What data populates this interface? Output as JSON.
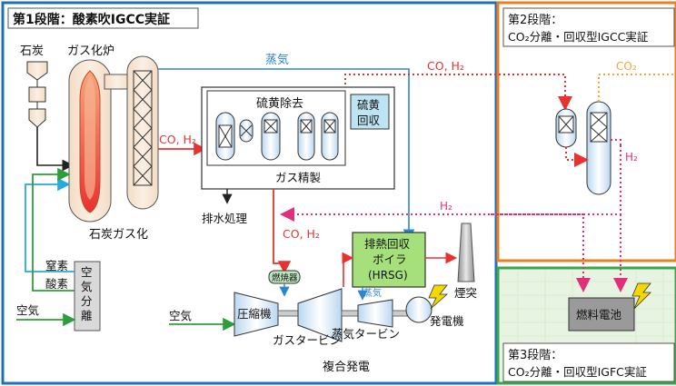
{
  "stages": {
    "stage1": {
      "title": "第1段階：酸素吹IGCC実証"
    },
    "stage2": {
      "title_line1": "第2段階：",
      "title_line2": "CO₂分離・回収型IGCC実証"
    },
    "stage3": {
      "title_line1": "第3段階：",
      "title_line2": "CO₂分離・回収型IGFC実証"
    }
  },
  "labels": {
    "coal": "石炭",
    "gasifier": "ガス化炉",
    "coal_gasification": "石炭ガス化",
    "steam_top": "蒸気",
    "co_h2_top": "CO, H₂",
    "co2": "CO₂",
    "h2_right": "H₂",
    "co_h2_mid": "CO, H₂",
    "desulfurization": "硫黄除去",
    "sulfur_recovery_1": "硫黄",
    "sulfur_recovery_2": "回収",
    "gas_cleanup": "ガス精製",
    "wastewater": "排水処理",
    "h2_middle": "H₂",
    "co_h2_down": "CO, H₂",
    "hrsg_1": "排熱回収",
    "hrsg_2": "ボイラ",
    "hrsg_3": "(HRSG)",
    "stack": "煙突",
    "nitrogen": "窒素",
    "oxygen": "酸素",
    "asu_1": "空",
    "asu_2": "気",
    "asu_3": "分",
    "asu_4": "離",
    "air_left": "空気",
    "combustor": "燃焼器",
    "steam_small": "蒸気",
    "compressor": "圧縮機",
    "air_bottom": "空気",
    "gas_turbine": "ガスタービン",
    "steam_turbine": "蒸気タービン",
    "generator": "発電機",
    "combined_cycle": "複合発電",
    "fuel_cell": "燃料電池"
  },
  "colors": {
    "stage1_border": "#1f6fbf",
    "stage2_border": "#ee7d1e",
    "stage3_border": "#3aa54a",
    "stage3_fill": "#e6f4e1",
    "syngas": "#e8322f",
    "steam": "#2f86cf",
    "h2": "#e0307a",
    "oxygen": "#2e9e3a",
    "nitrogen": "#27a9e0",
    "co2": "#f2a53a",
    "equipment": "#d6e8f7",
    "hrsg": "#a6e07a",
    "gasifier_core": "#f07a4a",
    "bolt": "#f5d800"
  }
}
